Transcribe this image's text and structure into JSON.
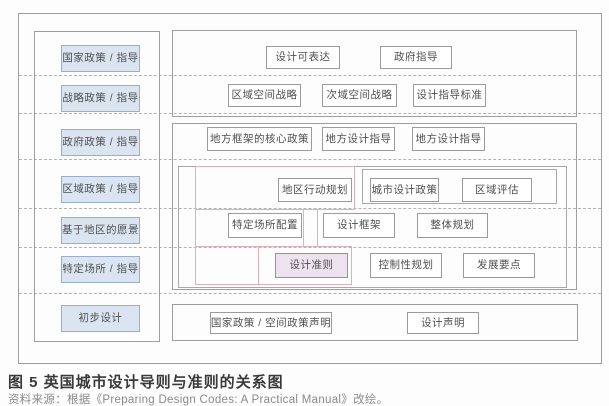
{
  "figure": {
    "caption": "图 5 英国城市设计导则与准则的关系图",
    "source": "资料来源：根据《Preparing Design Codes: A Practical Manual》改绘。"
  },
  "left_column": {
    "labels": [
      "国家政策 / 指导",
      "战略政策 / 指导",
      "政府政策 / 指导",
      "区域政策 / 指导",
      "基于地区的愿景",
      "特定场所 / 指导",
      "初步设计"
    ]
  },
  "flow": {
    "row1": [
      "设计可表达",
      "政府指导"
    ],
    "row2": [
      "区域空间战略",
      "次域空间战略",
      "设计指导标准"
    ],
    "row3": [
      "地方框架的核心政策",
      "地方设计指导",
      "地方设计指导"
    ],
    "row4": [
      "地区行动规划",
      "城市设计政策",
      "区域评估"
    ],
    "row5": [
      "特定场所配置",
      "设计框架",
      "整体规划"
    ],
    "row6": [
      "设计准则",
      "控制性规划",
      "发展要点"
    ],
    "row7": [
      "国家政策 / 空间政策声明",
      "设计声明"
    ]
  },
  "colors": {
    "stage_box_fill": "#dbe5f2",
    "design_code_fill": "#ece3ee",
    "linkage_outline": "#dfafbc",
    "border_gray": "#9b9b9b"
  }
}
